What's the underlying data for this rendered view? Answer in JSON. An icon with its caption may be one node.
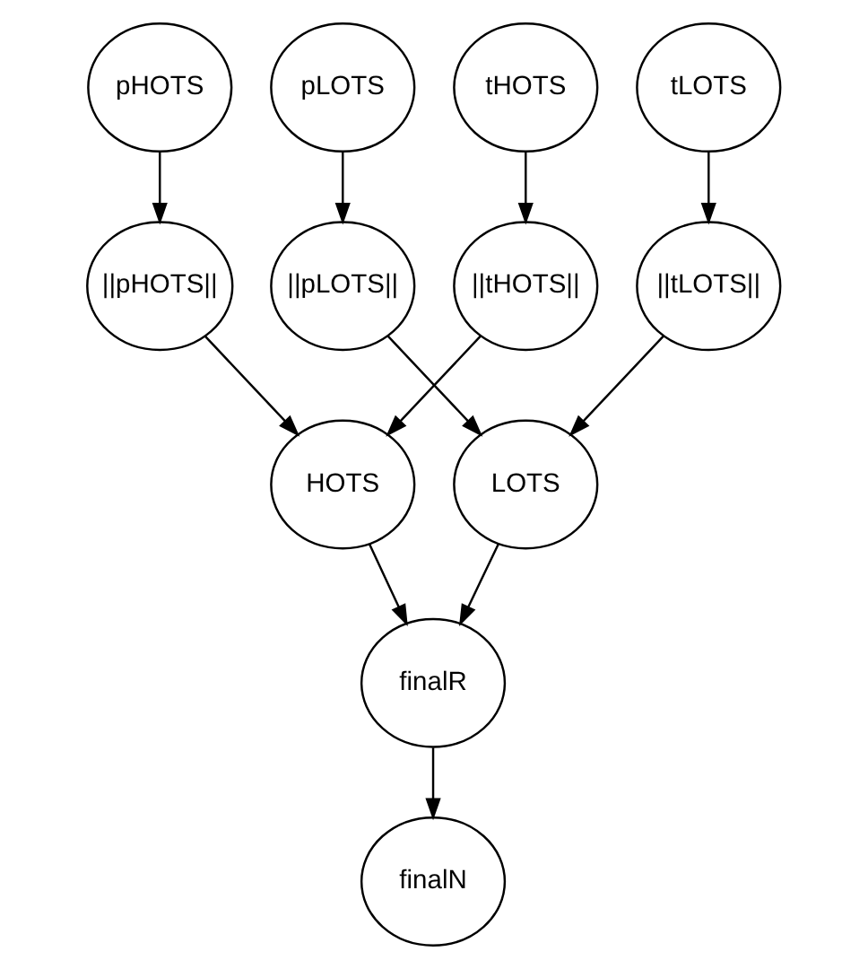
{
  "diagram": {
    "nodes": [
      {
        "text": [
          "pHOTS"
        ]
      },
      {
        "text": [
          "pLOTS"
        ]
      },
      {
        "text": [
          "tHOTS"
        ]
      },
      {
        "text": [
          "tLOTS"
        ]
      },
      {
        "text": [
          "||pHOTS||"
        ]
      },
      {
        "text": [
          "||pLOTS||"
        ]
      },
      {
        "text": [
          "||tHOTS||"
        ]
      },
      {
        "text": [
          "||tLOTS||"
        ]
      },
      {
        "text": [
          "HOTS"
        ]
      },
      {
        "text": [
          "LOTS"
        ]
      },
      {
        "text": [
          "finalR"
        ]
      },
      {
        "text": [
          "finalN"
        ]
      }
    ],
    "edges": [
      {
        "from": 0,
        "to": 4,
        "arrow": "to"
      },
      {
        "from": 1,
        "to": 5,
        "arrow": "to"
      },
      {
        "from": 2,
        "to": 6,
        "arrow": "to"
      },
      {
        "from": 3,
        "to": 7,
        "arrow": "to"
      },
      {
        "from": 4,
        "to": 8,
        "arrow": "to"
      },
      {
        "from": 5,
        "to": 9,
        "arrow": "to"
      },
      {
        "from": 6,
        "to": 8,
        "arrow": "to"
      },
      {
        "from": 7,
        "to": 9,
        "arrow": "to"
      },
      {
        "from": 8,
        "to": 10,
        "arrow": "to"
      },
      {
        "from": 9,
        "to": 10,
        "arrow": "to"
      },
      {
        "from": 10,
        "to": 11,
        "arrow": "to"
      }
    ]
  }
}
